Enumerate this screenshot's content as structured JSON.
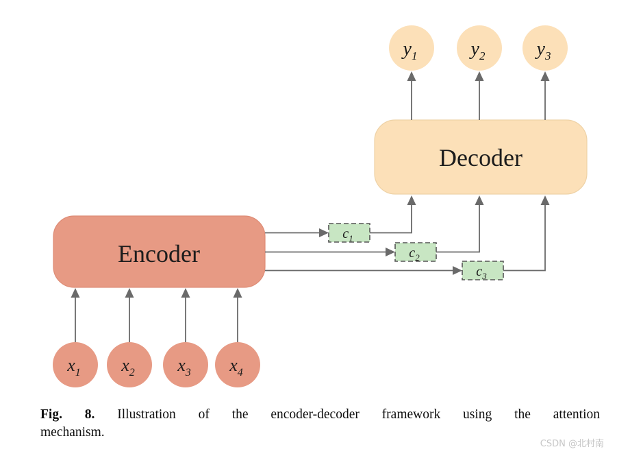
{
  "diagram": {
    "encoder": {
      "label": "Encoder"
    },
    "decoder": {
      "label": "Decoder"
    },
    "inputs": [
      {
        "base": "x",
        "sub": "1"
      },
      {
        "base": "x",
        "sub": "2"
      },
      {
        "base": "x",
        "sub": "3"
      },
      {
        "base": "x",
        "sub": "4"
      }
    ],
    "outputs": [
      {
        "base": "y",
        "sub": "1"
      },
      {
        "base": "y",
        "sub": "2"
      },
      {
        "base": "y",
        "sub": "3"
      }
    ],
    "contexts": [
      {
        "base": "c",
        "sub": "1"
      },
      {
        "base": "c",
        "sub": "2"
      },
      {
        "base": "c",
        "sub": "3"
      }
    ],
    "colors": {
      "encoder_fill": "#e79a84",
      "encoder_stroke": "#de8c76",
      "decoder_fill": "#fce0b8",
      "decoder_stroke": "#eed2a6",
      "context_fill": "#c8e6c3",
      "context_stroke": "#555555",
      "arrow": "#6a6a6a"
    }
  },
  "caption": {
    "label": "Fig. 8.",
    "line1": "Illustration of the encoder-decoder framework using the attention",
    "line2": "mechanism."
  },
  "watermark": "CSDN @北村南"
}
